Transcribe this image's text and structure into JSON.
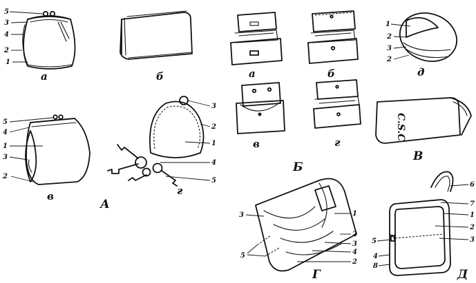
{
  "group_labels": {
    "a_group": "А",
    "b_group": "Б",
    "v_group": "В",
    "g_group": "Г",
    "d_group": "Д"
  },
  "sub_labels": {
    "A_a": "а",
    "A_b": "б",
    "A_v": "в",
    "A_g": "г",
    "B_a": "а",
    "B_b": "б",
    "B_v": "в",
    "B_g": "г",
    "B_d": "д"
  },
  "callouts": {
    "A_a": [
      "5",
      "3",
      "4",
      "2",
      "1"
    ],
    "A_v": [
      "5",
      "4",
      "1",
      "3",
      "2"
    ],
    "A_g": [
      "3",
      "2",
      "1",
      "4",
      "5"
    ],
    "B_d": [
      "1",
      "2",
      "3",
      "2"
    ],
    "G": [
      "3",
      "5",
      "1",
      "2",
      "3",
      "4",
      "2"
    ],
    "D": [
      "6",
      "7",
      "1",
      "2",
      "5",
      "3",
      "4",
      "8"
    ]
  },
  "emboss_text": "C.S.C",
  "colors": {
    "ink": "#111111",
    "paper": "#ffffff"
  }
}
